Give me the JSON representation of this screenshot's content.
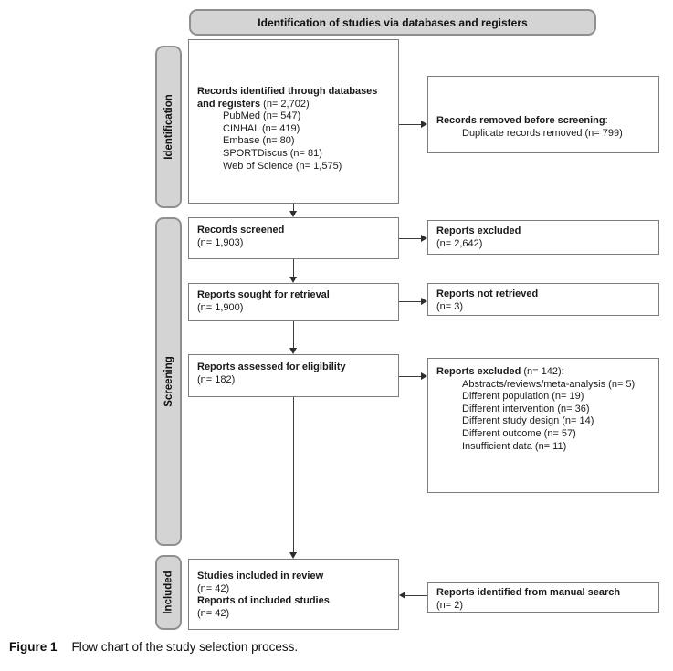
{
  "header": {
    "title": "Identification of studies via databases and registers"
  },
  "stages": {
    "identification": "Identification",
    "screening": "Screening",
    "included": "Included"
  },
  "boxes": {
    "records_identified": {
      "title": "Records identified through databases and registers",
      "count": "(n= 2,702)",
      "items": [
        "PubMed (n= 547)",
        "CINHAL (n= 419)",
        "Embase (n= 80)",
        "SPORTDiscus (n= 81)",
        "Web of Science (n= 1,575)"
      ]
    },
    "records_removed": {
      "title": "Records removed before screening",
      "suffix": ":",
      "items": [
        "Duplicate records removed (n= 799)"
      ]
    },
    "records_screened": {
      "title": "Records screened",
      "count": "(n= 1,903)"
    },
    "reports_excluded_screening": {
      "title": "Reports excluded",
      "count": "(n= 2,642)"
    },
    "reports_sought": {
      "title": "Reports sought for retrieval",
      "count": "(n= 1,900)"
    },
    "reports_not_retrieved": {
      "title": "Reports not retrieved",
      "count": "(n= 3)"
    },
    "reports_assessed": {
      "title": "Reports assessed for eligibility",
      "count": "(n= 182)"
    },
    "reports_excluded_eligibility": {
      "title": "Reports excluded",
      "count": "(n= 142):",
      "items": [
        "Abstracts/reviews/meta-analysis (n= 5)",
        "Different population (n= 19)",
        "Different intervention (n= 36)",
        "Different study design (n= 14)",
        "Different outcome (n= 57)",
        "Insufficient data (n= 11)"
      ]
    },
    "studies_included": {
      "title": "Studies included in review",
      "count": "(n= 42)",
      "title2": "Reports of included studies",
      "count2": "(n= 42)"
    },
    "manual_search": {
      "title": "Reports identified from manual search",
      "count": "(n= 2)"
    }
  },
  "caption": {
    "label": "Figure 1",
    "text": "Flow chart of the study selection process."
  }
}
